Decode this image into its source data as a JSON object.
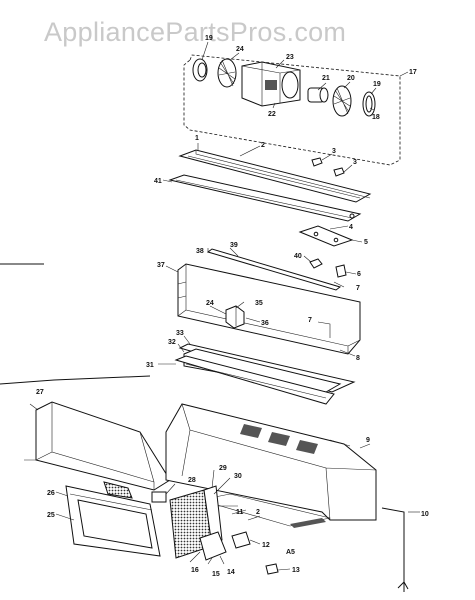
{
  "watermark": "AppliancePartsPros.com",
  "diagram_code": "A5",
  "labels": {
    "n1": "1",
    "n2a": "2",
    "n2b": "2",
    "n3a": "3",
    "n3b": "3",
    "n4": "4",
    "n5": "5",
    "n6": "6",
    "n7a": "7",
    "n7b": "7",
    "n8": "8",
    "n9": "9",
    "n10": "10",
    "n11": "11",
    "n12": "12",
    "n13": "13",
    "n14": "14",
    "n15": "15",
    "n16": "16",
    "n17": "17",
    "n18": "18",
    "n19a": "19",
    "n19b": "19",
    "n20": "20",
    "n21": "21",
    "n22": "22",
    "n23": "23",
    "n24a": "24",
    "n24b": "24",
    "n25": "25",
    "n26": "26",
    "n27": "27",
    "n28": "28",
    "n29": "29",
    "n30": "30",
    "n31": "31",
    "n32": "32",
    "n33": "33",
    "n35": "35",
    "n36": "36",
    "n37": "37",
    "n38": "38",
    "n39": "39",
    "n40": "40",
    "n41": "41"
  }
}
